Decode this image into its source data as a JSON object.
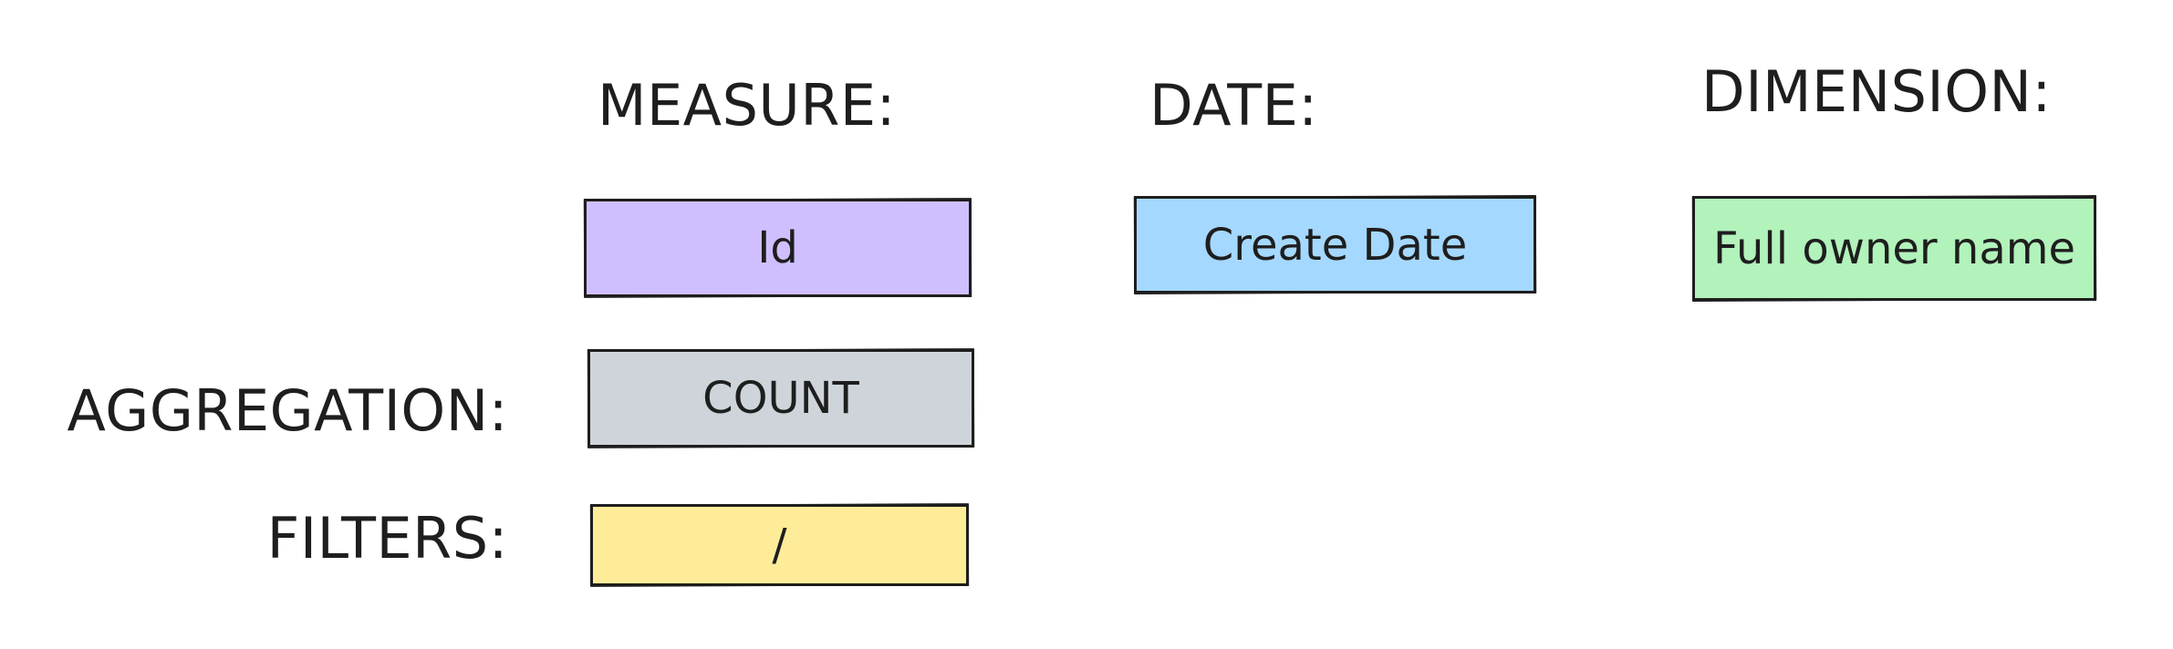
{
  "headers": {
    "measure": "MEASURE:",
    "date": "DATE:",
    "dimension": "DIMENSION:",
    "aggregation": "AGGREGATION:",
    "filters": "FILTERS:"
  },
  "boxes": {
    "measure": {
      "label": "Id",
      "color": "#d0bfff"
    },
    "date": {
      "label": "Create Date",
      "color": "#a5d8ff"
    },
    "dimension": {
      "label": "Full owner name",
      "color": "#b2f2bb"
    },
    "aggregation": {
      "label": "COUNT",
      "color": "#ced4da"
    },
    "filters": {
      "label": "/",
      "color": "#ffec99"
    }
  }
}
